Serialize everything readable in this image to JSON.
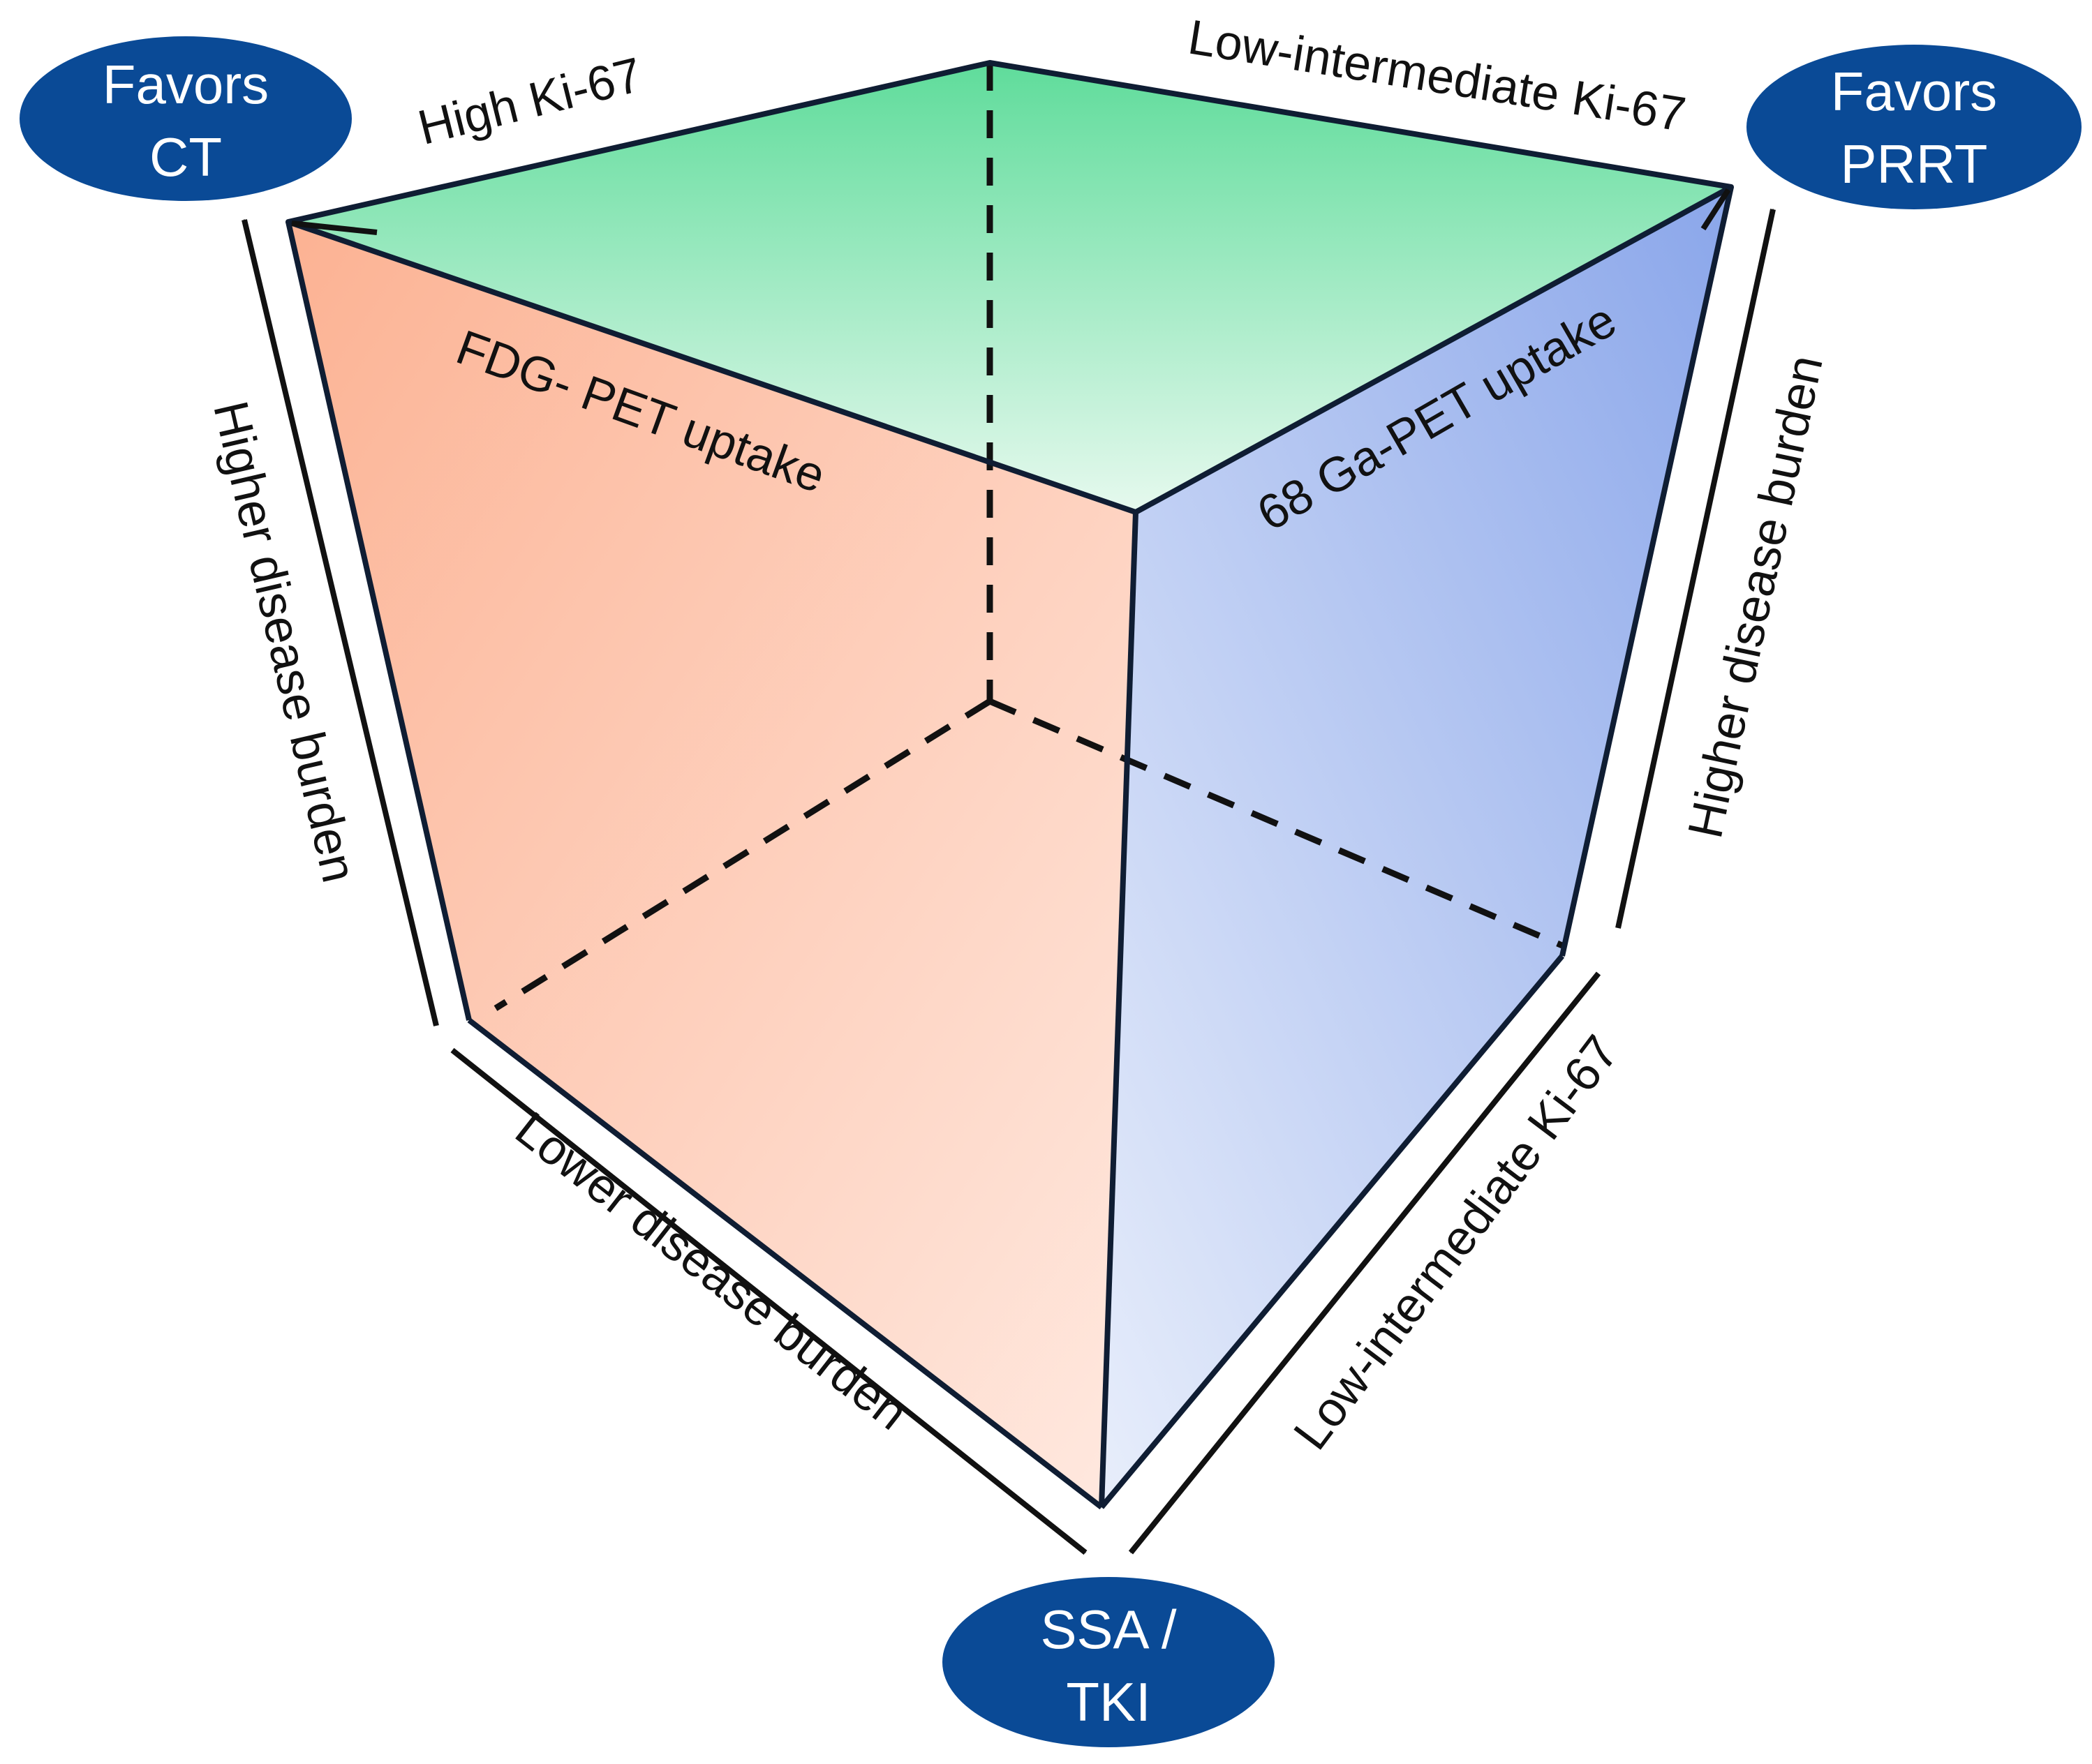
{
  "colors": {
    "node_fill": "#0a4a96",
    "top_face": "#5fdc9b",
    "left_face": "#fcb89c",
    "right_face": "#8aa6ea",
    "edge": "#111111"
  },
  "nodes": {
    "ct": {
      "line1": "Favors",
      "line2": "CT"
    },
    "prrt": {
      "line1": "Favors",
      "line2": "PRRT"
    },
    "ssa": {
      "line1": "SSA /",
      "line2": "TKI"
    }
  },
  "labels": {
    "high_ki67": "High Ki-67",
    "low_int_ki67_top": "Low-intermediate Ki-67",
    "fdg_pet": "FDG- PET uptake",
    "ga_pet": "68 Ga-PET uptake",
    "higher_burden_left": "Higher  disease burden",
    "higher_burden_right": "Higher disease burden",
    "lower_burden": "Lower  disease burden",
    "low_int_ki67_bottom": "Low-intermediate Ki-67"
  }
}
